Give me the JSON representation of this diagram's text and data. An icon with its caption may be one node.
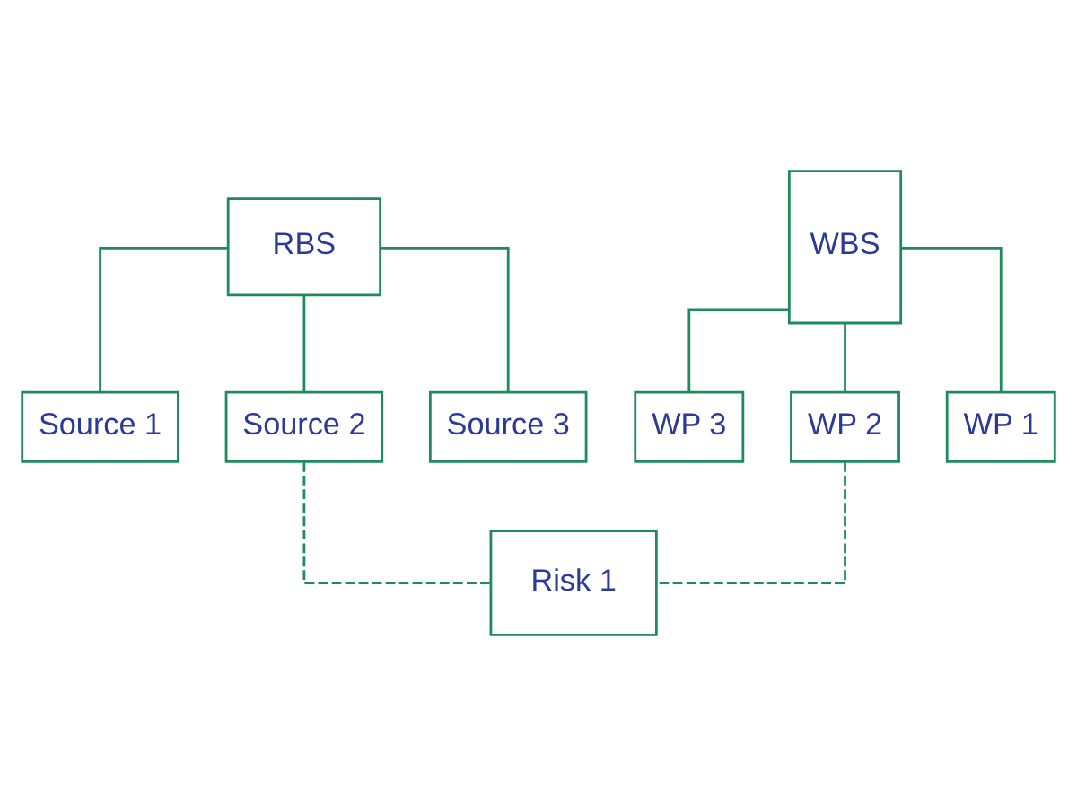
{
  "diagram": {
    "nodes": [
      {
        "text": [
          "RBS"
        ]
      },
      {
        "text": [
          "Source 1"
        ]
      },
      {
        "text": [
          "Source 2"
        ]
      },
      {
        "text": [
          "Source 3"
        ]
      },
      {
        "text": [
          "WBS"
        ]
      },
      {
        "text": [
          "WP 3"
        ]
      },
      {
        "text": [
          "WP 2"
        ]
      },
      {
        "text": [
          "WP 1"
        ]
      },
      {
        "text": [
          "Risk 1"
        ]
      }
    ],
    "edges": [
      {
        "from": 0,
        "to": 1,
        "arrow": "none"
      },
      {
        "from": 0,
        "to": 2,
        "arrow": "none"
      },
      {
        "from": 0,
        "to": 3,
        "arrow": "none"
      },
      {
        "from": 4,
        "to": 5,
        "arrow": "none"
      },
      {
        "from": 4,
        "to": 6,
        "arrow": "none"
      },
      {
        "from": 4,
        "to": 7,
        "arrow": "none"
      },
      {
        "from": 2,
        "to": 8,
        "arrow": "none",
        "style": "dashed"
      },
      {
        "from": 6,
        "to": 8,
        "arrow": "none",
        "style": "dashed"
      }
    ]
  }
}
